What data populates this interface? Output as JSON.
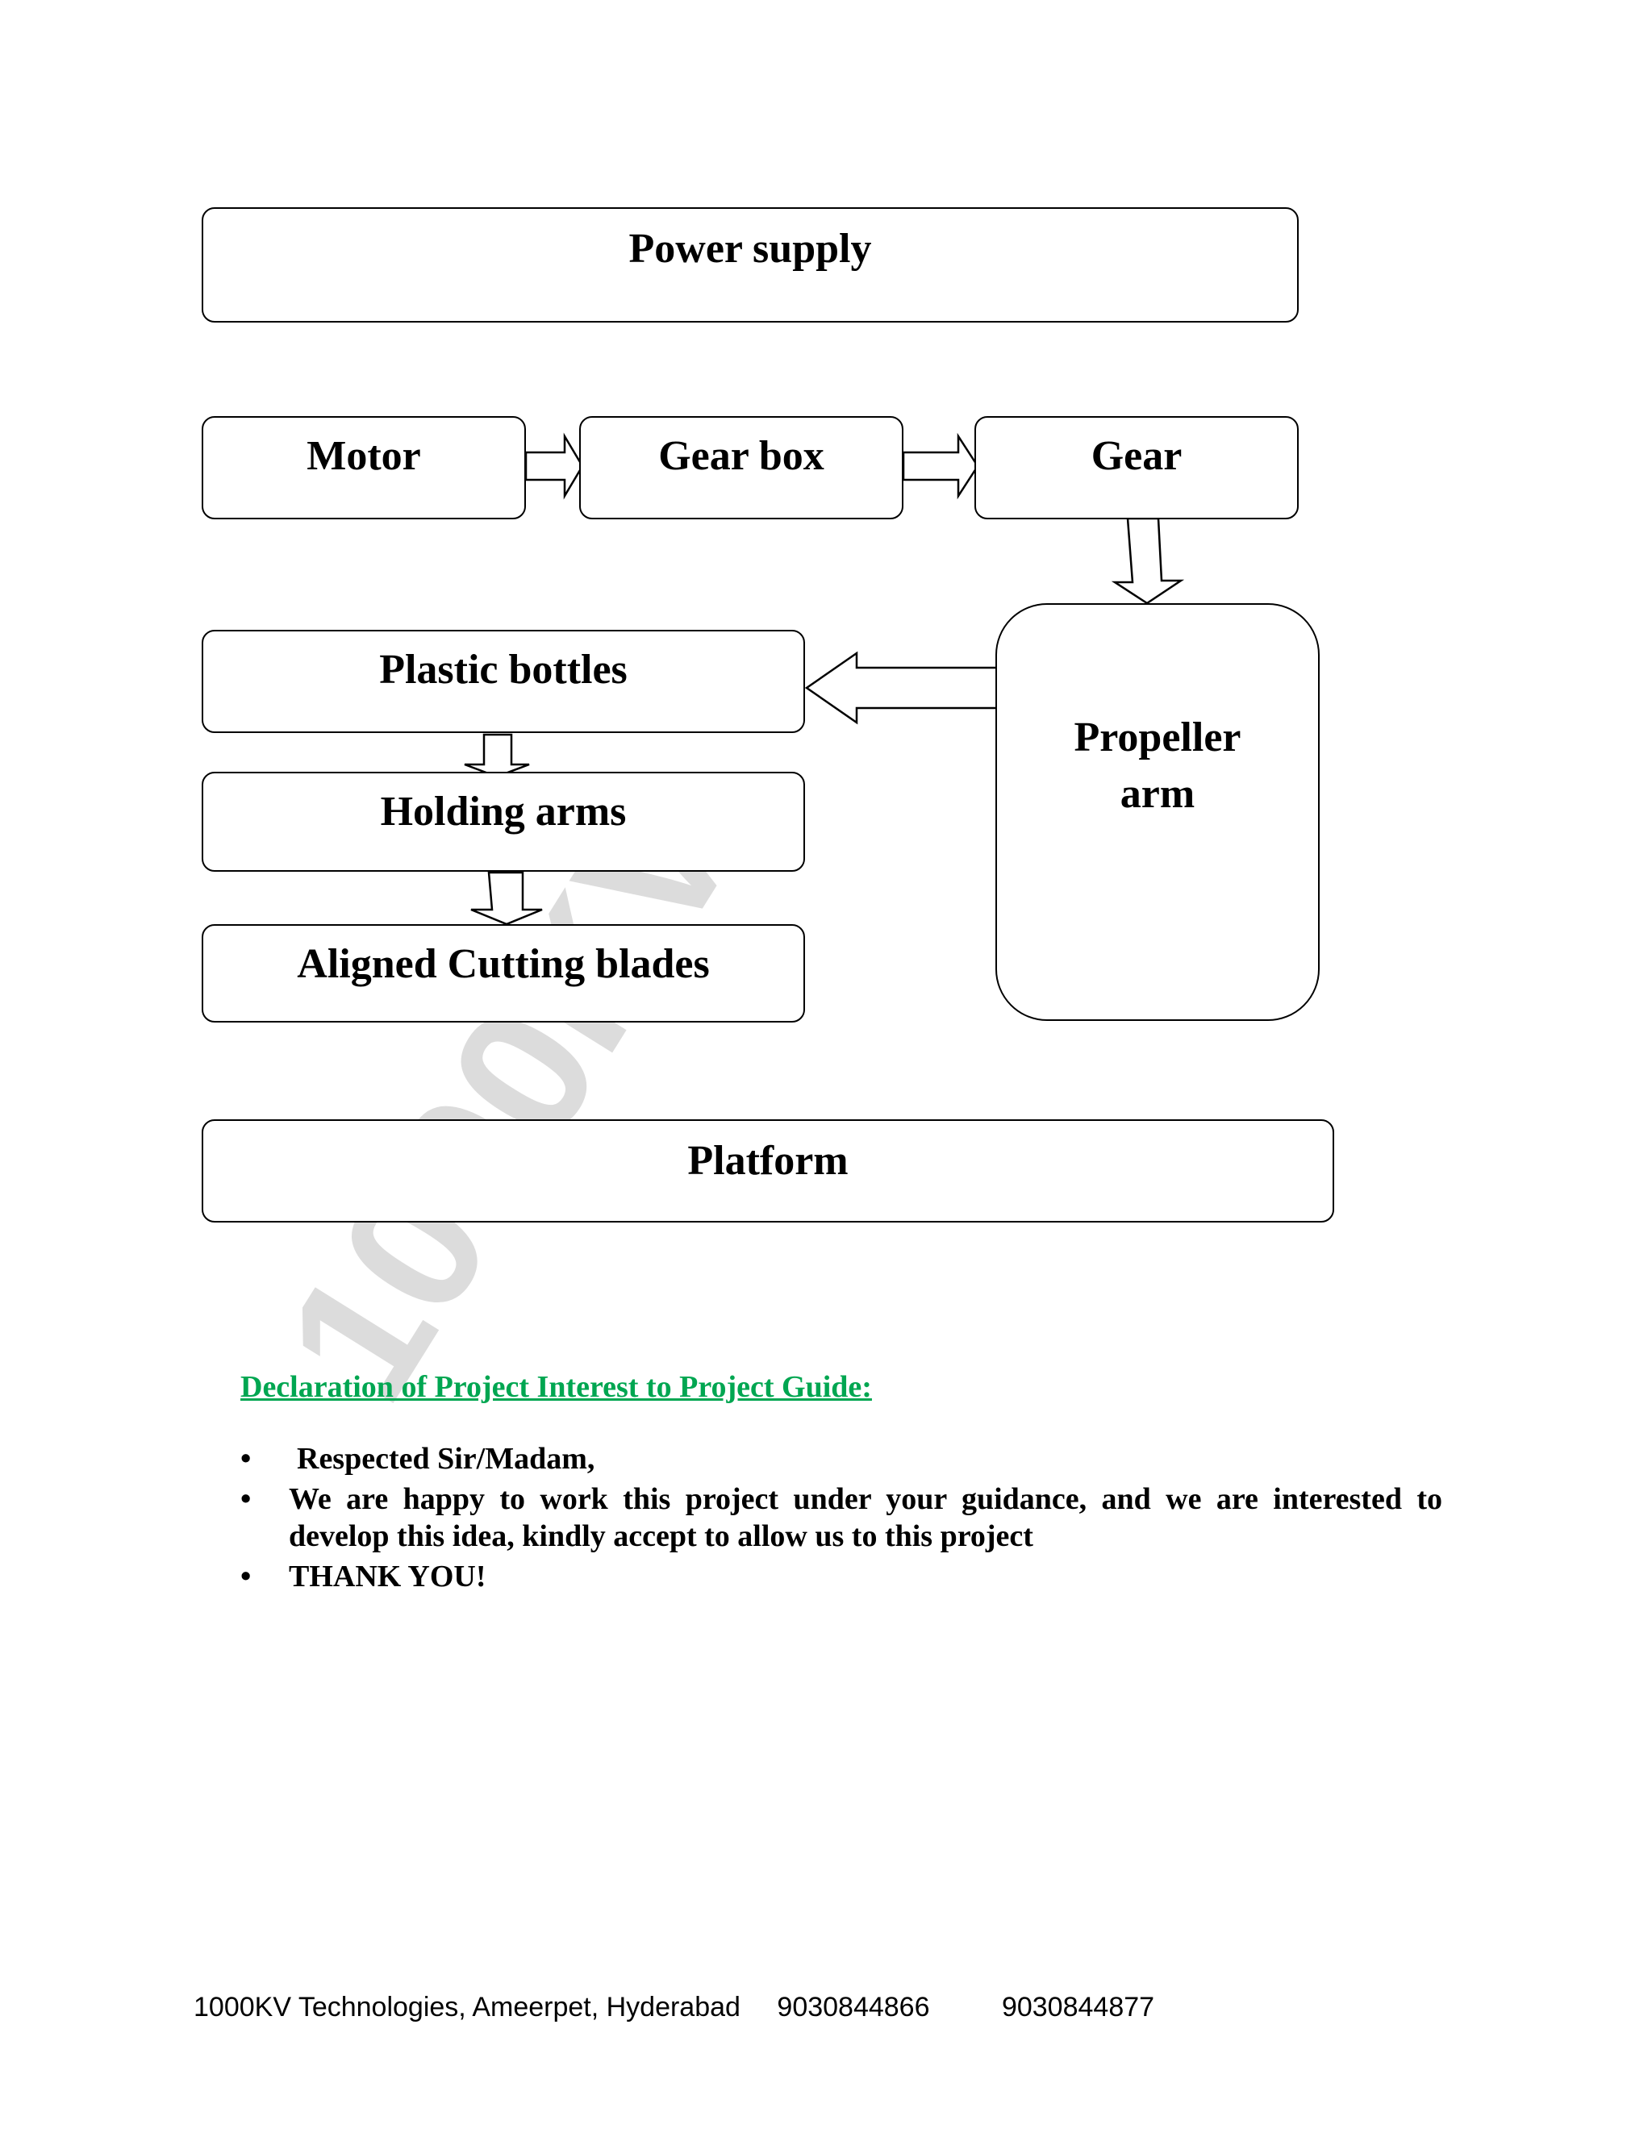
{
  "diagram": {
    "power_supply": "Power supply",
    "motor": "Motor",
    "gear_box": "Gear box",
    "gear": "Gear",
    "plastic_bottles": "Plastic bottles",
    "holding_arms": "Holding  arms",
    "aligned_cutting_blades": "Aligned  Cutting  blades",
    "propeller_arm_line1": "Propeller",
    "propeller_arm_line2": "arm",
    "platform": "Platform"
  },
  "watermark": "1000KV",
  "declaration": {
    "title": "Declaration of Project  Interest to Project  Guide:",
    "items": [
      "Respected  Sir/Madam,",
      "We are happy to work this project under your guidance, and we are interested to develop this idea, kindly accept to allow us to this project",
      "THANK YOU!"
    ]
  },
  "footer": {
    "company": "1000KV Technologies, Ameerpet, Hyderabad",
    "phone1": "9030844866",
    "phone2": "9030844877"
  }
}
